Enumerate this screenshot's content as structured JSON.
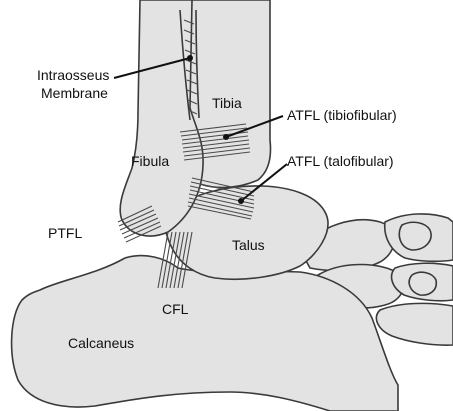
{
  "diagram": {
    "labels": {
      "interosseous_line1": "Intraosseus",
      "interosseous_line2": "Membrane",
      "tibia": "Tibia",
      "fibula": "Fibula",
      "atfl_tibiofibular": "ATFL (tibiofibular)",
      "atfl_talofibular": "ATFL (talofibular)",
      "ptfl": "PTFL",
      "talus": "Talus",
      "cfl": "CFL",
      "calcaneus": "Calcaneus"
    },
    "colors": {
      "bone_fill": "#e3e3e3",
      "bone_outline": "#3a3a3a",
      "ligament": "#4a4a4a",
      "text": "#111111"
    }
  }
}
